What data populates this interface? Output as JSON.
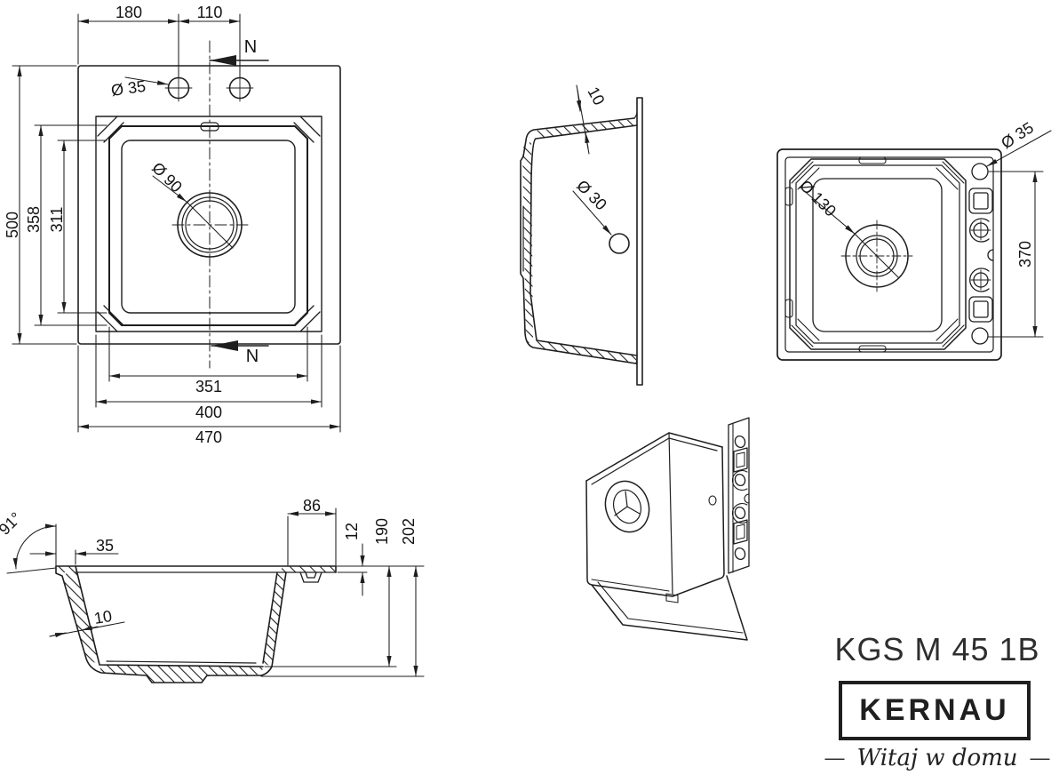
{
  "logo": {
    "model": "KGS M 45 1B",
    "brand": "KERNAU",
    "dash": "—",
    "tagline": "Witaj w domu"
  },
  "views": {
    "top": {
      "d180": "180",
      "d110": "110",
      "n": "N",
      "dia35": "Ø 35",
      "dia90": "Ø 90",
      "d500": "500",
      "d358": "358",
      "d311": "311",
      "d351": "351",
      "d400": "400",
      "d470": "470"
    },
    "side": {
      "d10": "10",
      "dia30": "Ø 30"
    },
    "bottom": {
      "dia35": "Ø 35",
      "dia130": "Ø 130",
      "d370": "370"
    },
    "section": {
      "a91": "91°",
      "d35": "35",
      "d10": "10",
      "d86": "86",
      "d12": "12",
      "d190": "190",
      "d202": "202"
    }
  }
}
